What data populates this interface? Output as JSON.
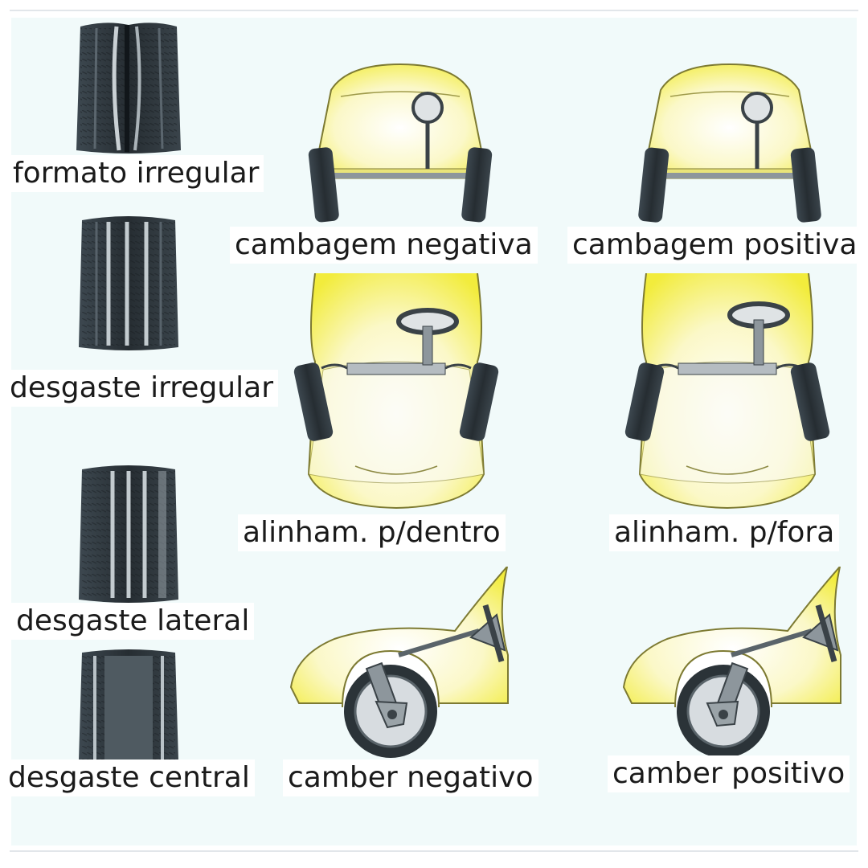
{
  "tire_wear": [
    {
      "label": "formato irregular",
      "icon": "tire-irregular-shape-icon"
    },
    {
      "label": "desgaste irregular",
      "icon": "tire-irregular-wear-icon"
    },
    {
      "label": "desgaste lateral",
      "icon": "tire-side-wear-icon"
    },
    {
      "label": "desgaste central",
      "icon": "tire-center-wear-icon"
    }
  ],
  "alignment": [
    {
      "label": "cambagem negativa",
      "icon": "car-front-negative-camber-icon"
    },
    {
      "label": "cambagem positiva",
      "icon": "car-front-positive-camber-icon"
    },
    {
      "label": "alinham. p/dentro",
      "icon": "car-top-toe-in-icon"
    },
    {
      "label": "alinham. p/fora",
      "icon": "car-top-toe-out-icon"
    },
    {
      "label": "camber negativo",
      "icon": "car-side-negative-camber-icon"
    },
    {
      "label": "camber positivo",
      "icon": "car-side-positive-camber-icon"
    }
  ],
  "colors": {
    "car_body": "#f4ef4a",
    "tire": "#2b3338",
    "panel_bg": "#f1fafa"
  }
}
